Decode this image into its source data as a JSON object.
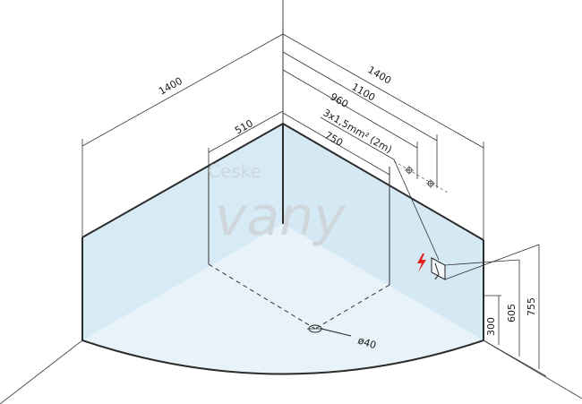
{
  "watermark": {
    "line1": "Ceske",
    "line2": "vany"
  },
  "dimensions": {
    "left_width": "1400",
    "right_width": "1400",
    "right_1100": "1100",
    "right_960": "960",
    "cable": "3x1,5mm² (2m)",
    "right_750": "750",
    "left_510": "510",
    "h300": "300",
    "h605": "605",
    "h755": "755",
    "drain": "ø40"
  },
  "icons": {
    "power": "lightning-bolt-icon",
    "outlet": "electric-socket-icon",
    "drain": "drain-hole-icon"
  },
  "colors": {
    "wall_left": "#d7ebf6",
    "wall_right": "#d5e9f5",
    "floor": "#e8f3f9",
    "outline": "#2b2b2b",
    "bolt": "#e3201b"
  }
}
